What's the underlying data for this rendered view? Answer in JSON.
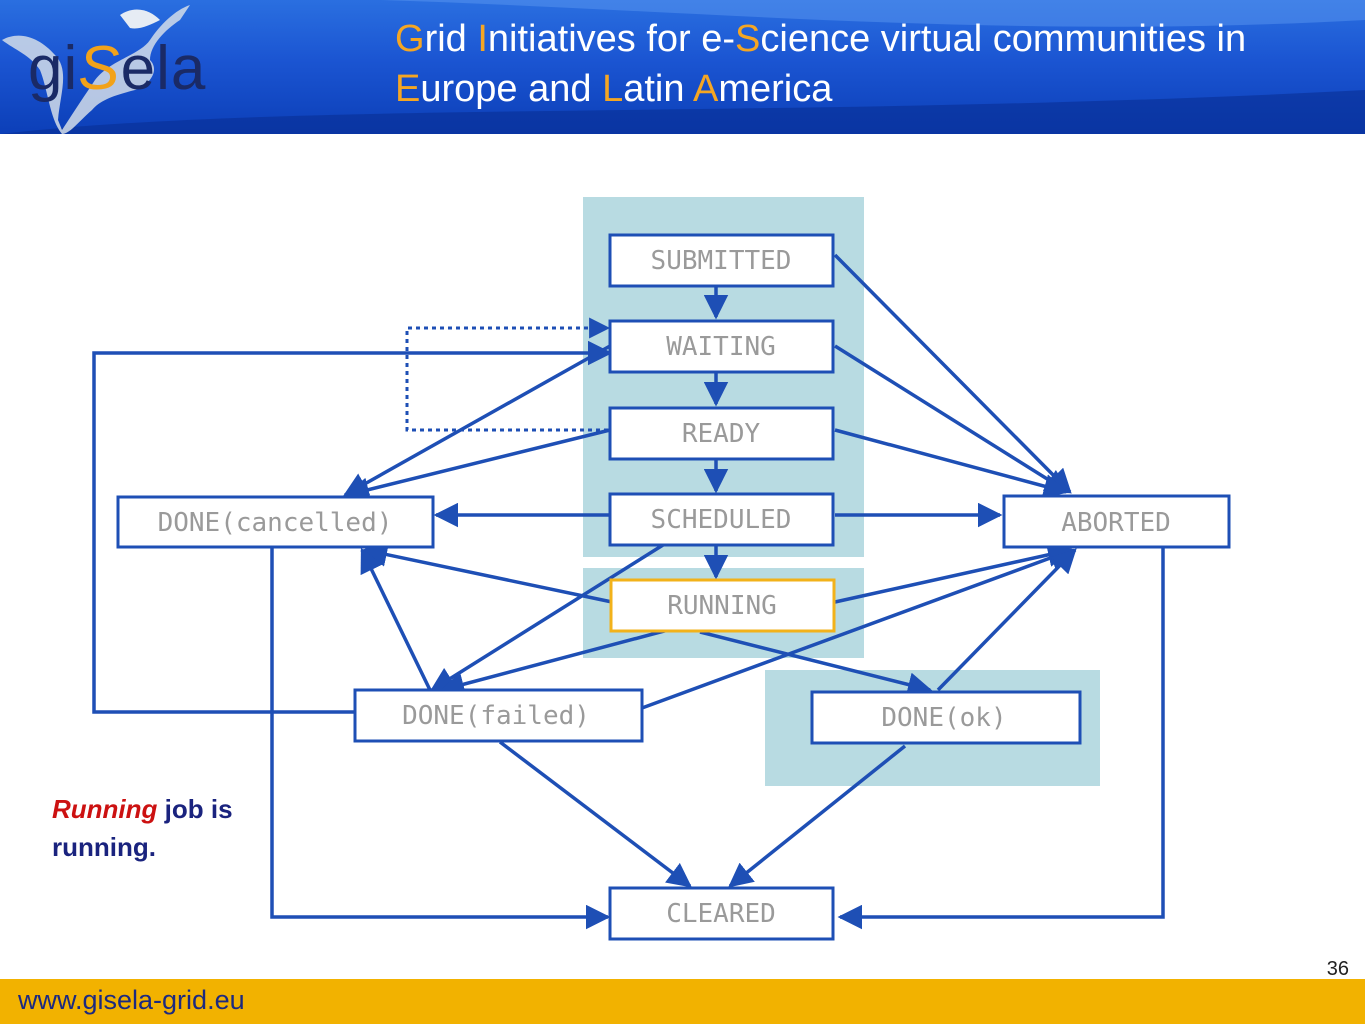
{
  "header": {
    "logo": {
      "part1": "gi",
      "part2": "S",
      "part3": "ela"
    },
    "title_segments": [
      {
        "text": "G",
        "hl": true
      },
      {
        "text": "rid ",
        "hl": false
      },
      {
        "text": "I",
        "hl": true
      },
      {
        "text": "nitiatives for e-",
        "hl": false
      },
      {
        "text": "S",
        "hl": true
      },
      {
        "text": "cience virtual communities in ",
        "hl": false
      },
      {
        "text": "E",
        "hl": true
      },
      {
        "text": "urope and ",
        "hl": false
      },
      {
        "text": "L",
        "hl": true
      },
      {
        "text": "atin ",
        "hl": false
      },
      {
        "text": "A",
        "hl": true
      },
      {
        "text": "merica",
        "hl": false
      }
    ]
  },
  "diagram": {
    "states": {
      "submitted": "SUBMITTED",
      "waiting": "WAITING",
      "ready": "READY",
      "scheduled": "SCHEDULED",
      "running": "RUNNING",
      "done_cancelled": "DONE(cancelled)",
      "aborted": "ABORTED",
      "done_failed": "DONE(failed)",
      "done_ok": "DONE(ok)",
      "cleared": "CLEARED"
    },
    "highlighted_state": "running"
  },
  "caption": {
    "emph": "Running",
    "rest": " job is running."
  },
  "footer": {
    "url": "www.gisela-grid.eu",
    "page": "36"
  },
  "colors": {
    "arrow": "#1e4fb5",
    "box_border": "#1e4fb5",
    "group_bg": "#b8dbe2",
    "highlight_border": "#f2b21a",
    "title_highlight": "#f5a623",
    "footer": "#f2b200"
  }
}
